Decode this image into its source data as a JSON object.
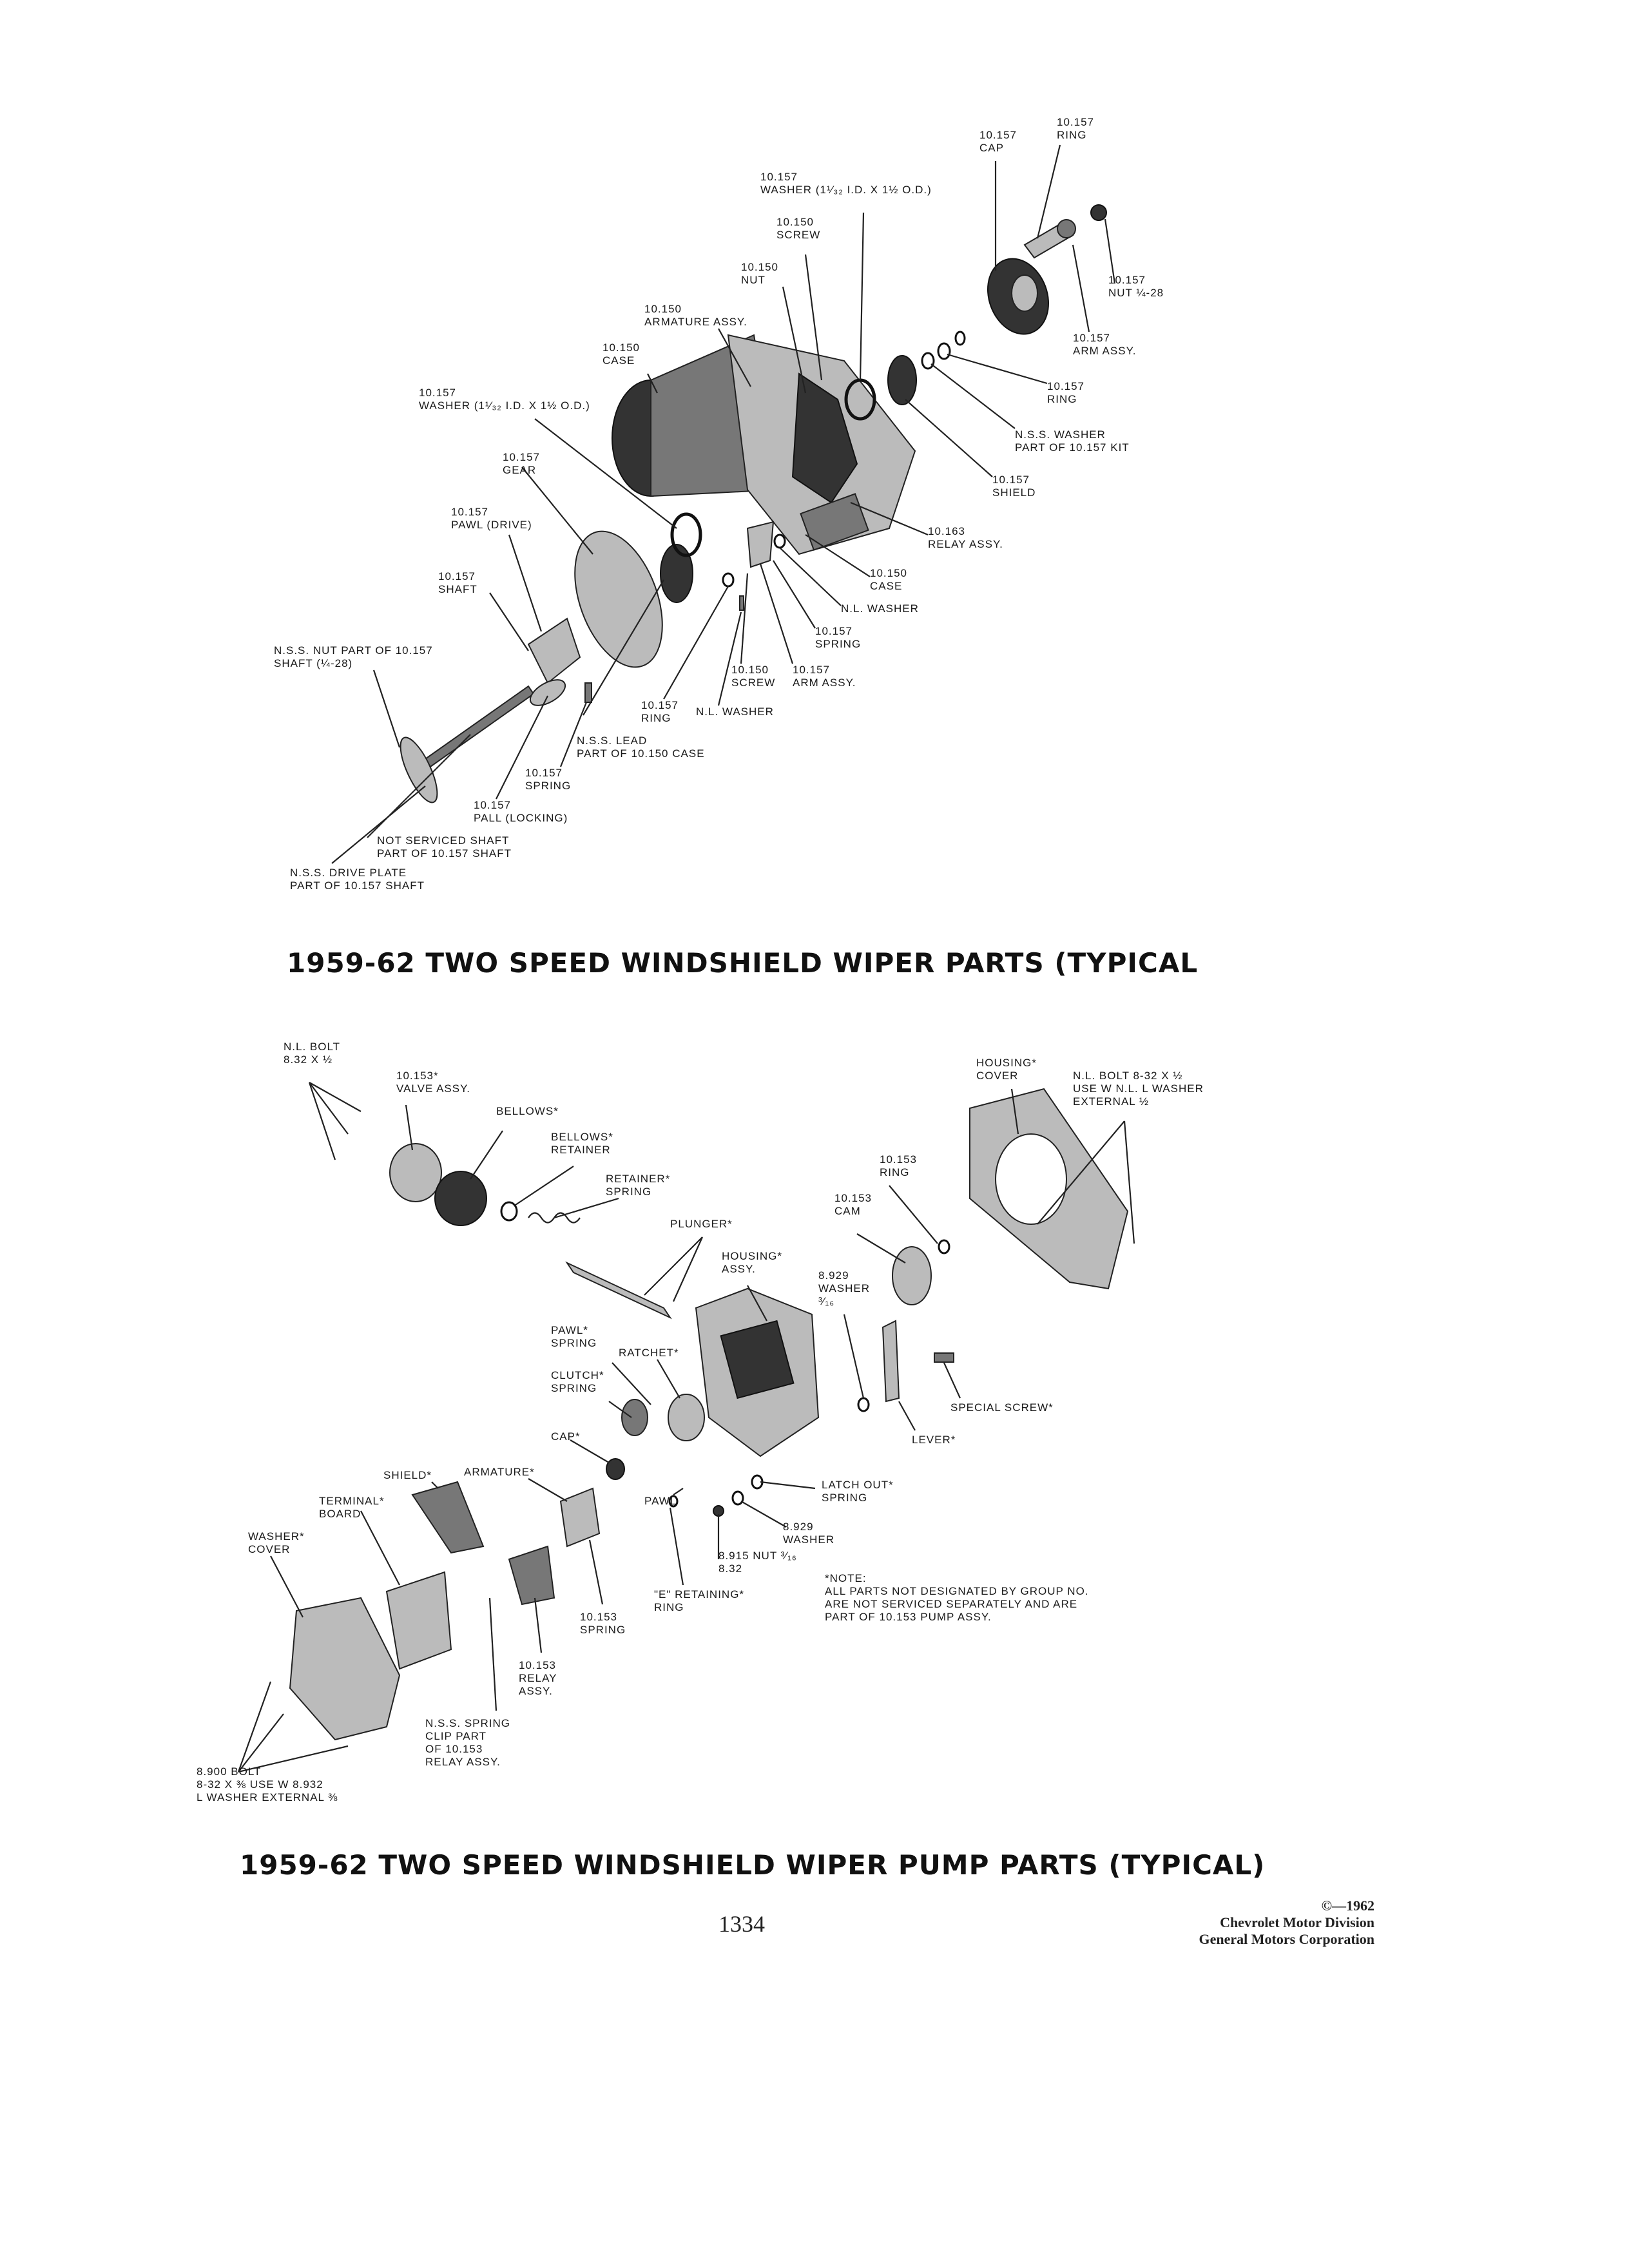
{
  "diagram1": {
    "caption": "1959-62 TWO SPEED WINDSHIELD WIPER PARTS (TYPICAL",
    "labels": {
      "cap": "10.157\nCAP",
      "ring_top": "10.157\nRING",
      "washer_top": "10.157\nWASHER (1¹⁄₃₂ I.D. x 1½ O.D.)",
      "screw_top": "10.150\nSCREW",
      "nut_top": "10.150\nNUT",
      "nut_quarter": "10.157\nNUT ¼-28",
      "armature": "10.150\nARMATURE ASSY.",
      "case_top": "10.150\nCASE",
      "arm_assy_top": "10.157\nARM ASSY.",
      "washer_left": "10.157\nWASHER (1¹⁄₃₂ I.D. x 1½ O.D.)",
      "ring_mid": "10.157\nRING",
      "nss_washer": "N.S.S. WASHER\nPART OF 10.157 KIT",
      "gear": "10.157\nGEAR",
      "shield": "10.157\nSHIELD",
      "pawl_drive": "10.157\nPAWL (DRIVE)",
      "relay": "10.163\nRELAY ASSY.",
      "case_bottom": "10.150\nCASE",
      "shaft": "10.157\nSHAFT",
      "nl_washer_right": "N.L. WASHER",
      "spring_right": "10.157\nSPRING",
      "nss_nut": "N.S.S. NUT PART OF 10.157\nSHAFT (¼-28)",
      "screw_bottom": "10.150\nSCREW",
      "arm_assy_bottom": "10.157\nARM ASSY.",
      "ring_bottom": "10.157\nRING",
      "nl_washer_bottom": "N.L. WASHER",
      "nss_lead": "N.S.S. LEAD\nPART OF 10.150 CASE",
      "spring_left": "10.157\nSPRING",
      "pall": "10.157\nPALL (LOCKING)",
      "not_serviced": "NOT SERVICED SHAFT\nPART OF 10.157 SHAFT",
      "drive_plate": "N.S.S. DRIVE PLATE\nPART OF 10.157 SHAFT"
    }
  },
  "diagram2": {
    "caption": "1959-62 TWO SPEED WINDSHIELD WIPER PUMP PARTS (TYPICAL)",
    "labels": {
      "nl_bolt_left": "N.L. BOLT\n8.32 x ½",
      "valve": "10.153*\nVALVE ASSY.",
      "bellows": "BELLOWS*",
      "bellows_retainer": "BELLOWS*\nRETAINER",
      "retainer_spring": "RETAINER*\nSPRING",
      "plunger": "PLUNGER*",
      "housing_cover": "HOUSING*\nCOVER",
      "nl_bolt_right": "N.L. BOLT 8-32 x ½\nUSE W N.L. L WASHER\nEXTERNAL ½",
      "ring": "10.153\nRING",
      "cam": "10.153\nCAM",
      "housing_assy": "HOUSING*\nASSY.",
      "washer_8929_top": "8.929\nWASHER\n³⁄₁₆",
      "pawl_spring": "PAWL*\nSPRING",
      "ratchet": "RATCHET*",
      "clutch_spring": "CLUTCH*\nSPRING",
      "special_screw": "SPECIAL SCREW*",
      "cap": "CAP*",
      "lever": "LEVER*",
      "shield": "SHIELD*",
      "armature": "ARMATURE*",
      "latch_out": "LATCH OUT*\nSPRING",
      "terminal_board": "TERMINAL*\nBOARD",
      "pawl": "PAWL",
      "washer_8929_bottom": "8.929\nWASHER",
      "washer_cover": "WASHER*\nCOVER",
      "nut_8915": "8.915 NUT ³⁄₁₆\n8.32",
      "e_retaining": "\"E\" RETAINING*\nRING",
      "spring_10153": "10.153\nSPRING",
      "note": "*NOTE:\nALL PARTS NOT DESIGNATED BY GROUP NO.\nARE NOT SERVICED SEPARATELY AND ARE\nPART OF 10.153 PUMP ASSY.",
      "relay": "10.153\nRELAY\nASSY.",
      "nss_spring_clip": "N.S.S. SPRING\nCLIP PART\nOF 10.153\nRELAY ASSY.",
      "bolt_8900": "8.900 BOLT\n8-32 x ⅜ USE W 8.932\nL WASHER EXTERNAL ⅜"
    }
  },
  "footer": {
    "page_number": "1334",
    "copyright": "©—1962",
    "division": "Chevrolet Motor Division",
    "corporation": "General Motors Corporation"
  }
}
